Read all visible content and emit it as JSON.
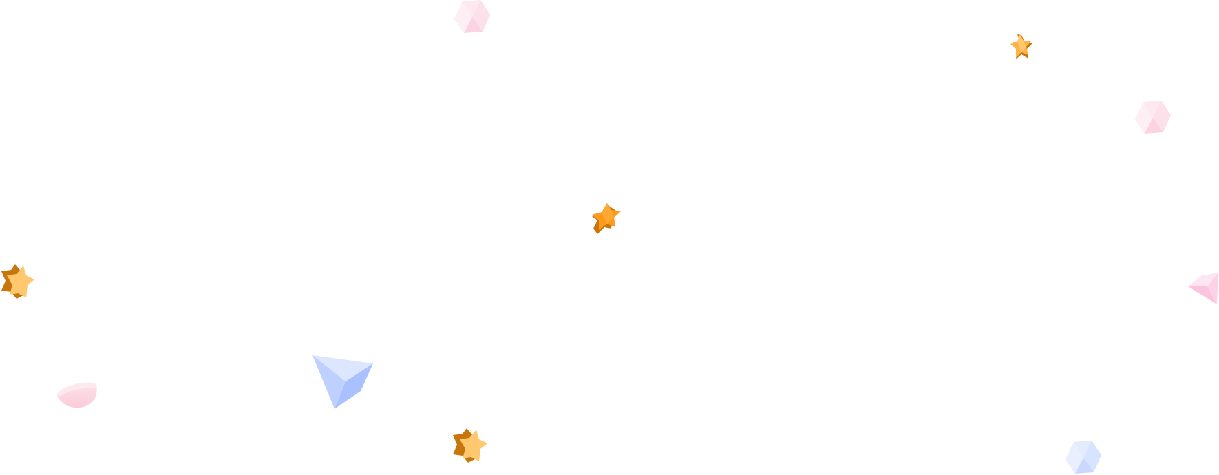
{
  "colors": {
    "background": "#ffffff",
    "star_gold_light": "#FFC76E",
    "star_gold_mid": "#FFB347",
    "star_orange": "#FF9A1F",
    "star_shadow": "#C8760B",
    "cube_pink_top": "#FDE9EF",
    "cube_pink_left": "#FBD3E2",
    "cube_pink_right": "#FCE0EA",
    "cube_blue_top": "#E3EBFF",
    "cube_blue_left": "#C9D8FF",
    "cube_blue_right": "#D8E3FF",
    "pyramid_blue_top": "#DCE6FF",
    "pyramid_blue_left": "#BED0FF",
    "pyramid_blue_right": "#A9C2FF",
    "pyramid_pink_top": "#FDE6F1",
    "pyramid_pink_left": "#FCC3DE",
    "pyramid_pink_right": "#FDD2E7",
    "shell_pink_top": "#FDE3EA",
    "shell_pink_bottom": "#FBCBD9"
  },
  "decorations": [
    {
      "icon": "cube-icon",
      "color": "pink"
    },
    {
      "icon": "cube-icon",
      "color": "pink"
    },
    {
      "icon": "cube-icon",
      "color": "blue"
    },
    {
      "icon": "star-icon",
      "color": "gold"
    },
    {
      "icon": "star-icon",
      "color": "orange"
    },
    {
      "icon": "star-icon",
      "color": "gold"
    },
    {
      "icon": "star-icon",
      "color": "gold"
    },
    {
      "icon": "pyramid-icon",
      "color": "blue"
    },
    {
      "icon": "pyramid-icon",
      "color": "pink"
    },
    {
      "icon": "shell-icon",
      "color": "pink"
    }
  ]
}
